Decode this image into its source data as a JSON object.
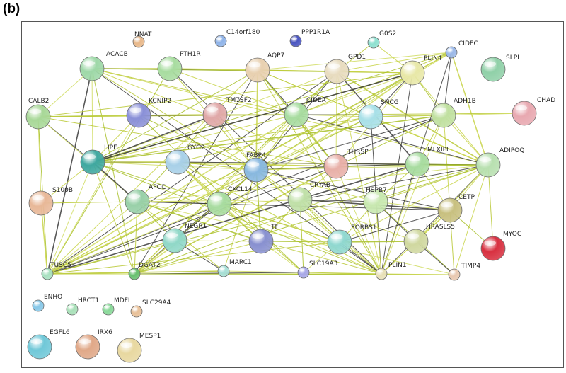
{
  "panel_label": "(b)",
  "network": {
    "nodes": [
      {
        "id": "NNAT",
        "color": "#e8b88a",
        "size": "s"
      },
      {
        "id": "C14orf180",
        "color": "#8fb3e8",
        "size": "s"
      },
      {
        "id": "PPP1R1A",
        "color": "#4a55c0",
        "size": "s"
      },
      {
        "id": "G0S2",
        "color": "#8ee0d0",
        "size": "s"
      },
      {
        "id": "CIDEC",
        "color": "#9bb8e8",
        "size": "s"
      },
      {
        "id": "ACACB",
        "color": "#9ed8a8",
        "size": "l"
      },
      {
        "id": "PTH1R",
        "color": "#a8dca0",
        "size": "l"
      },
      {
        "id": "AQP7",
        "color": "#e8d0b0",
        "size": "l"
      },
      {
        "id": "GPD1",
        "color": "#e8dcc0",
        "size": "l"
      },
      {
        "id": "PLIN4",
        "color": "#e8e8a8",
        "size": "l"
      },
      {
        "id": "SLPI",
        "color": "#90d0a8",
        "size": "l"
      },
      {
        "id": "CALB2",
        "color": "#a8d898",
        "size": "l"
      },
      {
        "id": "KCNIP2",
        "color": "#8a90d8",
        "size": "l"
      },
      {
        "id": "TM7SF2",
        "color": "#e0a8a8",
        "size": "l"
      },
      {
        "id": "CIDEA",
        "color": "#a8dca0",
        "size": "l"
      },
      {
        "id": "SNCG",
        "color": "#a8e0e8",
        "size": "l"
      },
      {
        "id": "ADH1B",
        "color": "#c0e0a0",
        "size": "l"
      },
      {
        "id": "CHAD",
        "color": "#e8a8b0",
        "size": "l"
      },
      {
        "id": "LIPE",
        "color": "#40a8a0",
        "size": "l"
      },
      {
        "id": "GYG2",
        "color": "#a8d0e8",
        "size": "l"
      },
      {
        "id": "FABP4",
        "color": "#88b8e0",
        "size": "l"
      },
      {
        "id": "THRSP",
        "color": "#e8b0a8",
        "size": "l"
      },
      {
        "id": "MLXIPL",
        "color": "#a8dca0",
        "size": "l"
      },
      {
        "id": "ADIPOQ",
        "color": "#b8e0b0",
        "size": "l"
      },
      {
        "id": "S100B",
        "color": "#e8b898",
        "size": "l"
      },
      {
        "id": "APOD",
        "color": "#98d0a8",
        "size": "l"
      },
      {
        "id": "CXCL14",
        "color": "#a8dca0",
        "size": "l"
      },
      {
        "id": "CRYAB",
        "color": "#c0e0a8",
        "size": "l"
      },
      {
        "id": "HSPB7",
        "color": "#c8e8b0",
        "size": "l"
      },
      {
        "id": "CETP",
        "color": "#c8c080",
        "size": "l"
      },
      {
        "id": "NEGR1",
        "color": "#90d8c8",
        "size": "l"
      },
      {
        "id": "TF",
        "color": "#8890d0",
        "size": "l"
      },
      {
        "id": "SORBS1",
        "color": "#90d8d0",
        "size": "l"
      },
      {
        "id": "HRASLS5",
        "color": "#d0d8a0",
        "size": "l"
      },
      {
        "id": "MYOC",
        "color": "#d83040",
        "size": "l"
      },
      {
        "id": "TUSC5",
        "color": "#a8e0c0",
        "size": "s"
      },
      {
        "id": "DGAT2",
        "color": "#68c070",
        "size": "s"
      },
      {
        "id": "MARC1",
        "color": "#a8e0d8",
        "size": "s"
      },
      {
        "id": "SLC19A3",
        "color": "#a8a8e8",
        "size": "s"
      },
      {
        "id": "PLIN1",
        "color": "#e8e0b8",
        "size": "s"
      },
      {
        "id": "TIMP4",
        "color": "#e8c8b0",
        "size": "s"
      },
      {
        "id": "ENHO",
        "color": "#88c8e8",
        "size": "s"
      },
      {
        "id": "HRCT1",
        "color": "#a8e0b8",
        "size": "s"
      },
      {
        "id": "MDFI",
        "color": "#88d898",
        "size": "s"
      },
      {
        "id": "SLC29A4",
        "color": "#e8c098",
        "size": "s"
      },
      {
        "id": "EGFL6",
        "color": "#70c8d8",
        "size": "l"
      },
      {
        "id": "IRX6",
        "color": "#e0a888",
        "size": "l"
      },
      {
        "id": "MESP1",
        "color": "#e8d8a0",
        "size": "l"
      }
    ],
    "edges": [
      [
        "ACACB",
        "PTH1R"
      ],
      [
        "ACACB",
        "AQP7"
      ],
      [
        "ACACB",
        "GPD1"
      ],
      [
        "ACACB",
        "PLIN4"
      ],
      [
        "ACACB",
        "LIPE"
      ],
      [
        "ACACB",
        "FABP4"
      ],
      [
        "ACACB",
        "THRSP"
      ],
      [
        "ACACB",
        "TUSC5"
      ],
      [
        "ACACB",
        "DGAT2"
      ],
      [
        "ACACB",
        "CALB2"
      ],
      [
        "ACACB",
        "CIDEA"
      ],
      [
        "ACACB",
        "ADIPOQ"
      ],
      [
        "ACACB",
        "PLIN1"
      ],
      [
        "PTH1R",
        "AQP7"
      ],
      [
        "PTH1R",
        "GPD1"
      ],
      [
        "PTH1R",
        "FABP4"
      ],
      [
        "PTH1R",
        "CIDEA"
      ],
      [
        "PTH1R",
        "PLIN1"
      ],
      [
        "PTH1R",
        "TUSC5"
      ],
      [
        "AQP7",
        "GPD1"
      ],
      [
        "AQP7",
        "PLIN4"
      ],
      [
        "AQP7",
        "FABP4"
      ],
      [
        "AQP7",
        "CIDEA"
      ],
      [
        "AQP7",
        "LIPE"
      ],
      [
        "AQP7",
        "ADIPOQ"
      ],
      [
        "AQP7",
        "PLIN1"
      ],
      [
        "AQP7",
        "TUSC5"
      ],
      [
        "AQP7",
        "DGAT2"
      ],
      [
        "AQP7",
        "THRSP"
      ],
      [
        "AQP7",
        "CIDEC"
      ],
      [
        "AQP7",
        "SNCG"
      ],
      [
        "GPD1",
        "PLIN4"
      ],
      [
        "GPD1",
        "FABP4"
      ],
      [
        "GPD1",
        "CIDEA"
      ],
      [
        "GPD1",
        "LIPE"
      ],
      [
        "GPD1",
        "ADIPOQ"
      ],
      [
        "GPD1",
        "PLIN1"
      ],
      [
        "GPD1",
        "TUSC5"
      ],
      [
        "GPD1",
        "DGAT2"
      ],
      [
        "GPD1",
        "THRSP"
      ],
      [
        "GPD1",
        "G0S2"
      ],
      [
        "GPD1",
        "CIDEC"
      ],
      [
        "GPD1",
        "MLXIPL"
      ],
      [
        "PLIN4",
        "FABP4"
      ],
      [
        "PLIN4",
        "CIDEA"
      ],
      [
        "PLIN4",
        "LIPE"
      ],
      [
        "PLIN4",
        "ADIPOQ"
      ],
      [
        "PLIN4",
        "PLIN1"
      ],
      [
        "PLIN4",
        "TUSC5"
      ],
      [
        "PLIN4",
        "DGAT2"
      ],
      [
        "PLIN4",
        "CIDEC"
      ],
      [
        "PLIN4",
        "G0S2"
      ],
      [
        "PLIN4",
        "SNCG"
      ],
      [
        "PLIN4",
        "ADH1B"
      ],
      [
        "PLIN4",
        "THRSP"
      ],
      [
        "PLIN4",
        "CALB2"
      ],
      [
        "CIDEC",
        "ADIPOQ"
      ],
      [
        "CIDEC",
        "PLIN1"
      ],
      [
        "CIDEC",
        "LIPE"
      ],
      [
        "CIDEC",
        "FABP4"
      ],
      [
        "CIDEC",
        "CIDEA"
      ],
      [
        "CIDEC",
        "TUSC5"
      ],
      [
        "CIDEC",
        "ADH1B"
      ],
      [
        "CALB2",
        "KCNIP2"
      ],
      [
        "CALB2",
        "TM7SF2"
      ],
      [
        "CALB2",
        "CHAD"
      ],
      [
        "CALB2",
        "S100B"
      ],
      [
        "CALB2",
        "LIPE"
      ],
      [
        "CALB2",
        "TUSC5"
      ],
      [
        "CALB2",
        "APOD"
      ],
      [
        "KCNIP2",
        "TM7SF2"
      ],
      [
        "KCNIP2",
        "LIPE"
      ],
      [
        "KCNIP2",
        "CIDEA"
      ],
      [
        "KCNIP2",
        "FABP4"
      ],
      [
        "KCNIP2",
        "TUSC5"
      ],
      [
        "TM7SF2",
        "CIDEA"
      ],
      [
        "TM7SF2",
        "FABP4"
      ],
      [
        "TM7SF2",
        "LIPE"
      ],
      [
        "TM7SF2",
        "APOD"
      ],
      [
        "CIDEA",
        "SNCG"
      ],
      [
        "CIDEA",
        "FABP4"
      ],
      [
        "CIDEA",
        "LIPE"
      ],
      [
        "CIDEA",
        "ADIPOQ"
      ],
      [
        "CIDEA",
        "PLIN1"
      ],
      [
        "CIDEA",
        "TUSC5"
      ],
      [
        "CIDEA",
        "THRSP"
      ],
      [
        "CIDEA",
        "DGAT2"
      ],
      [
        "CIDEA",
        "ADH1B"
      ],
      [
        "SNCG",
        "ADH1B"
      ],
      [
        "SNCG",
        "FABP4"
      ],
      [
        "SNCG",
        "LIPE"
      ],
      [
        "SNCG",
        "ADIPOQ"
      ],
      [
        "SNCG",
        "PLIN1"
      ],
      [
        "SNCG",
        "TUSC5"
      ],
      [
        "SNCG",
        "CHAD"
      ],
      [
        "SNCG",
        "GYG2"
      ],
      [
        "ADH1B",
        "ADIPOQ"
      ],
      [
        "ADH1B",
        "FABP4"
      ],
      [
        "ADH1B",
        "LIPE"
      ],
      [
        "ADH1B",
        "PLIN1"
      ],
      [
        "ADH1B",
        "MLXIPL"
      ],
      [
        "ADH1B",
        "CETP"
      ],
      [
        "ADH1B",
        "TUSC5"
      ],
      [
        "ADH1B",
        "THRSP"
      ],
      [
        "LIPE",
        "FABP4"
      ],
      [
        "LIPE",
        "GYG2"
      ],
      [
        "LIPE",
        "THRSP"
      ],
      [
        "LIPE",
        "ADIPOQ"
      ],
      [
        "LIPE",
        "PLIN1"
      ],
      [
        "LIPE",
        "TUSC5"
      ],
      [
        "LIPE",
        "DGAT2"
      ],
      [
        "LIPE",
        "S100B"
      ],
      [
        "LIPE",
        "APOD"
      ],
      [
        "LIPE",
        "CXCL14"
      ],
      [
        "LIPE",
        "MLXIPL"
      ],
      [
        "GYG2",
        "FABP4"
      ],
      [
        "GYG2",
        "THRSP"
      ],
      [
        "GYG2",
        "ADIPOQ"
      ],
      [
        "GYG2",
        "PLIN1"
      ],
      [
        "GYG2",
        "TF"
      ],
      [
        "GYG2",
        "SLC19A3"
      ],
      [
        "GYG2",
        "CXCL14"
      ],
      [
        "FABP4",
        "THRSP"
      ],
      [
        "FABP4",
        "MLXIPL"
      ],
      [
        "FABP4",
        "ADIPOQ"
      ],
      [
        "FABP4",
        "PLIN1"
      ],
      [
        "FABP4",
        "TUSC5"
      ],
      [
        "FABP4",
        "DGAT2"
      ],
      [
        "FABP4",
        "CXCL14"
      ],
      [
        "FABP4",
        "APOD"
      ],
      [
        "FABP4",
        "CRYAB"
      ],
      [
        "FABP4",
        "HSPB7"
      ],
      [
        "FABP4",
        "CETP"
      ],
      [
        "FABP4",
        "TF"
      ],
      [
        "FABP4",
        "SORBS1"
      ],
      [
        "FABP4",
        "NEGR1"
      ],
      [
        "FABP4",
        "MARC1"
      ],
      [
        "THRSP",
        "MLXIPL"
      ],
      [
        "THRSP",
        "ADIPOQ"
      ],
      [
        "THRSP",
        "PLIN1"
      ],
      [
        "THRSP",
        "DGAT2"
      ],
      [
        "THRSP",
        "CRYAB"
      ],
      [
        "THRSP",
        "TUSC5"
      ],
      [
        "MLXIPL",
        "ADIPOQ"
      ],
      [
        "MLXIPL",
        "PLIN1"
      ],
      [
        "MLXIPL",
        "HSPB7"
      ],
      [
        "MLXIPL",
        "CETP"
      ],
      [
        "MLXIPL",
        "TUSC5"
      ],
      [
        "MLXIPL",
        "DGAT2"
      ],
      [
        "ADIPOQ",
        "CETP"
      ],
      [
        "ADIPOQ",
        "MYOC"
      ],
      [
        "ADIPOQ",
        "TIMP4"
      ],
      [
        "ADIPOQ",
        "PLIN1"
      ],
      [
        "ADIPOQ",
        "TUSC5"
      ],
      [
        "ADIPOQ",
        "HRASLS5"
      ],
      [
        "ADIPOQ",
        "HSPB7"
      ],
      [
        "ADIPOQ",
        "SORBS1"
      ],
      [
        "ADIPOQ",
        "CRYAB"
      ],
      [
        "ADIPOQ",
        "DGAT2"
      ],
      [
        "ADIPOQ",
        "APOD"
      ],
      [
        "S100B",
        "APOD"
      ],
      [
        "S100B",
        "TUSC5"
      ],
      [
        "APOD",
        "CXCL14"
      ],
      [
        "APOD",
        "NEGR1"
      ],
      [
        "APOD",
        "TUSC5"
      ],
      [
        "APOD",
        "DGAT2"
      ],
      [
        "APOD",
        "CRYAB"
      ],
      [
        "APOD",
        "CETP"
      ],
      [
        "APOD",
        "TF"
      ],
      [
        "APOD",
        "TIMP4"
      ],
      [
        "APOD",
        "MARC1"
      ],
      [
        "CXCL14",
        "CRYAB"
      ],
      [
        "CXCL14",
        "NEGR1"
      ],
      [
        "CXCL14",
        "TF"
      ],
      [
        "CXCL14",
        "TUSC5"
      ],
      [
        "CXCL14",
        "SORBS1"
      ],
      [
        "CXCL14",
        "PLIN1"
      ],
      [
        "CRYAB",
        "HSPB7"
      ],
      [
        "CRYAB",
        "SORBS1"
      ],
      [
        "CRYAB",
        "PLIN1"
      ],
      [
        "CRYAB",
        "TF"
      ],
      [
        "CRYAB",
        "HRASLS5"
      ],
      [
        "CRYAB",
        "CETP"
      ],
      [
        "CRYAB",
        "SLC19A3"
      ],
      [
        "HSPB7",
        "CETP"
      ],
      [
        "HSPB7",
        "SORBS1"
      ],
      [
        "HSPB7",
        "PLIN1"
      ],
      [
        "HSPB7",
        "HRASLS5"
      ],
      [
        "HSPB7",
        "TIMP4"
      ],
      [
        "CETP",
        "HRASLS5"
      ],
      [
        "CETP",
        "TIMP4"
      ],
      [
        "CETP",
        "PLIN1"
      ],
      [
        "CETP",
        "SORBS1"
      ],
      [
        "CETP",
        "MYOC"
      ],
      [
        "NEGR1",
        "TF"
      ],
      [
        "NEGR1",
        "TUSC5"
      ],
      [
        "NEGR1",
        "DGAT2"
      ],
      [
        "NEGR1",
        "MARC1"
      ],
      [
        "TF",
        "SORBS1"
      ],
      [
        "TF",
        "SLC19A3"
      ],
      [
        "TF",
        "PLIN1"
      ],
      [
        "TF",
        "DGAT2"
      ],
      [
        "SORBS1",
        "PLIN1"
      ],
      [
        "SORBS1",
        "HRASLS5"
      ],
      [
        "SORBS1",
        "SLC19A3"
      ],
      [
        "SORBS1",
        "TUSC5"
      ],
      [
        "HRASLS5",
        "PLIN1"
      ],
      [
        "HRASLS5",
        "TIMP4"
      ],
      [
        "TUSC5",
        "DGAT2"
      ],
      [
        "TUSC5",
        "PLIN1"
      ],
      [
        "TUSC5",
        "MARC1"
      ],
      [
        "DGAT2",
        "PLIN1"
      ],
      [
        "DGAT2",
        "SLC19A3"
      ],
      [
        "DGAT2",
        "TIMP4"
      ],
      [
        "MARC1",
        "SLC19A3"
      ],
      [
        "SLC19A3",
        "PLIN1"
      ],
      [
        "PLIN1",
        "TIMP4"
      ],
      [
        "LIPE",
        "PLIN4"
      ],
      [
        "KCNIP2",
        "SLC19A3"
      ],
      [
        "GYG2",
        "PLIN1"
      ],
      [
        "CALB2",
        "THRSP"
      ]
    ]
  }
}
